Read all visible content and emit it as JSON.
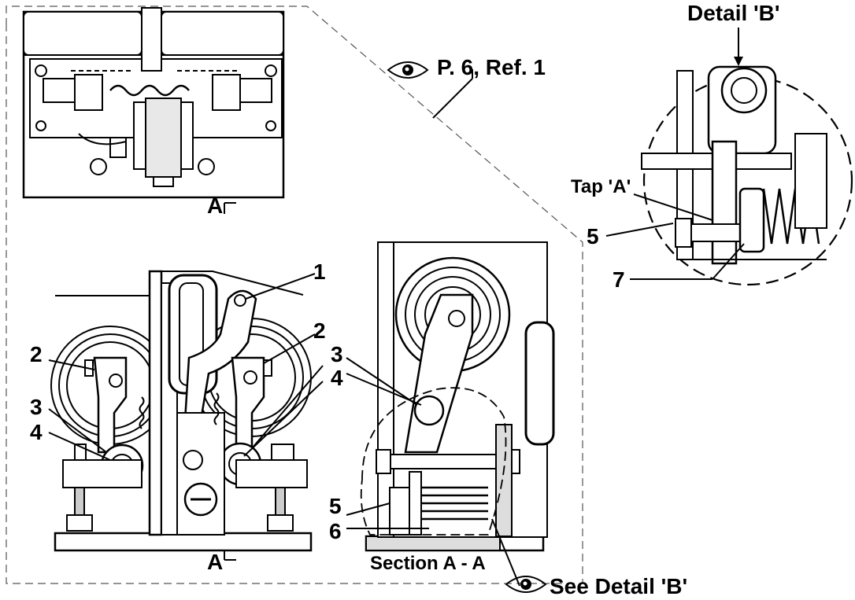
{
  "callouts": {
    "detail_b_title": "Detail 'B'",
    "p6_ref": "P. 6, Ref. 1",
    "tap_a": "Tap 'A'",
    "section_label": "Section A - A",
    "see_detail": "See Detail 'B'",
    "section_mark": "A"
  },
  "items": {
    "n1": "1",
    "n2": "2",
    "n3": "3",
    "n4": "4",
    "n5": "5",
    "n6": "6",
    "n7": "7"
  },
  "icons": [
    "eye-icon"
  ]
}
